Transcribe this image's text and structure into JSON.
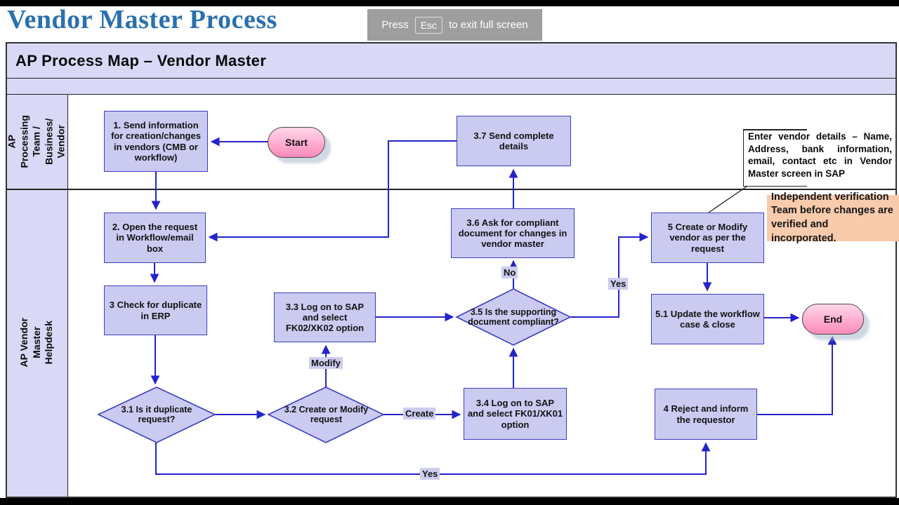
{
  "colors": {
    "line": "#2323cc",
    "nodeFill": "#cbcbf2",
    "nodeBorder": "#3d3dc0",
    "laneFill": "#d9d9f7",
    "pinkDark": "#f78ab8",
    "orangeNote": "#f8cbad",
    "titleBlue": "#2a70ad",
    "escBg": "#9e9e9e",
    "labelBg": "#cdcdf0"
  },
  "page": {
    "title": "Vendor Master Process",
    "fullscreen_hint": {
      "press": "Press",
      "key": "Esc",
      "suffix": "to exit full screen"
    }
  },
  "diagram": {
    "header": "AP Process Map – Vendor Master",
    "lanes": {
      "lane1": "AP Processing\nTeam / Business/\nVendor",
      "lane2": "AP Vendor Master Helpdesk"
    },
    "nodes": {
      "start": "Start",
      "end": "End",
      "box1": "1. Send information for creation/changes in vendors (CMB or workflow)",
      "box37": "3.7 Send complete details",
      "note": "Enter vendor details – Name, Address, bank information, email, contact etc in Vendor Master screen in SAP",
      "orange_note": "Independent verification Team before changes are verified and incorporated.",
      "box2": "2. Open the request  in Workflow/email box",
      "box3": "3 Check for duplicate in ERP",
      "box33": "3.3 Log on to SAP and select FK02/XK02 option",
      "box36": "3.6 Ask for compliant document for changes in vendor master",
      "d35": "3.5 Is the supporting document compliant?",
      "box5": "5 Create or Modify vendor as per the request",
      "box51": "5.1 Update the workflow case & close",
      "d31": "3.1 Is it duplicate request?",
      "d32": "3.2 Create or Modify request",
      "box34": "3.4 Log on to SAP and select FK01/XK01 option",
      "box4": "4 Reject and inform the requestor"
    },
    "edge_labels": {
      "modify": "Modify",
      "create": "Create",
      "no": "No",
      "yes_right": "Yes",
      "yes_bottom": "Yes"
    }
  }
}
